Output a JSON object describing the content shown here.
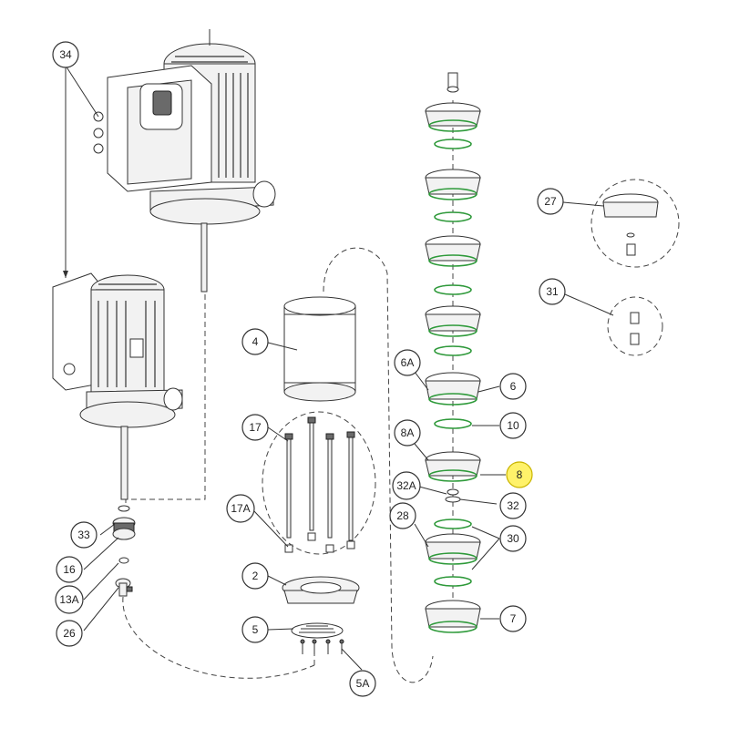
{
  "diagram": {
    "callouts": {
      "c34": "34",
      "c4": "4",
      "c17": "17",
      "c17a": "17A",
      "c2": "2",
      "c5": "5",
      "c5a": "5A",
      "c33": "33",
      "c16": "16",
      "c13a": "13A",
      "c26": "26",
      "c27": "27",
      "c31": "31",
      "c6a": "6A",
      "c6": "6",
      "c10": "10",
      "c8a": "8A",
      "c8": "8",
      "c32a": "32A",
      "c32": "32",
      "c28": "28",
      "c30": "30",
      "c7": "7"
    },
    "colors": {
      "highlight": "#fff26a",
      "accent_green": "#2e9a3a"
    }
  }
}
